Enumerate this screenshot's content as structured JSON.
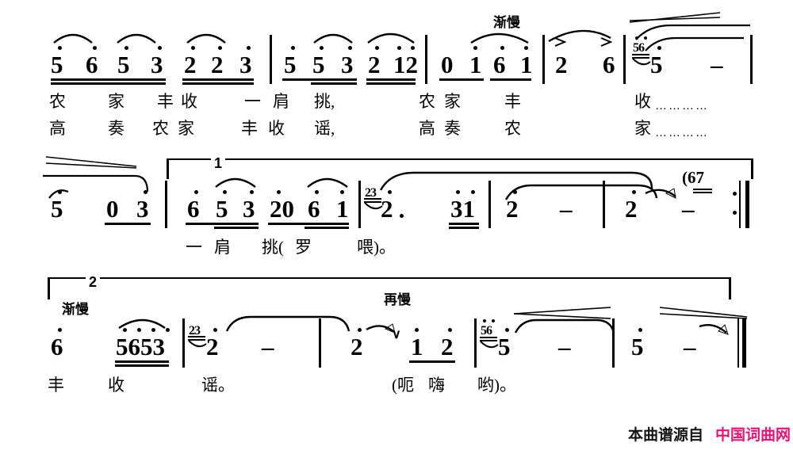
{
  "document": {
    "type": "jianpu-numbered-musical-notation",
    "language": "zh"
  },
  "systems": [
    {
      "id": "system-1",
      "measures": [
        {
          "id": "m1",
          "notes": "5 6 5 3 2 2 3",
          "octave": "high"
        },
        {
          "id": "m2",
          "notes": "5 5 3 2 12",
          "octave": "high"
        },
        {
          "id": "m3",
          "notes": "0 1 6 1",
          "octave": "high"
        },
        {
          "id": "m4",
          "notes": "2 6",
          "octave": "high",
          "marks": "accent accent"
        },
        {
          "id": "m5",
          "notes": "5 -",
          "grace": "56",
          "octave": "high"
        }
      ],
      "tempo_marks": [
        {
          "id": "jianman-1",
          "text": "渐慢"
        }
      ],
      "lyrics_line_1": [
        "农",
        "家",
        "丰",
        "收",
        "一",
        "肩",
        "挑,",
        "农",
        "家",
        "丰",
        "收"
      ],
      "lyrics_line_2": [
        "高",
        "奏",
        "农",
        "家",
        "丰",
        "收",
        "谣,",
        "高",
        "奏",
        "农",
        "家"
      ],
      "lyric_tail_1": "…………",
      "lyric_tail_2": "…………"
    },
    {
      "id": "system-2",
      "volta": "1",
      "measures": [
        {
          "id": "m6",
          "notes": "5 0 3",
          "octave": "high"
        },
        {
          "id": "m7",
          "notes": "6 5 3 20 6 1",
          "octave": "high"
        },
        {
          "id": "m8",
          "notes": "2. 31",
          "grace": "23",
          "octave": "high"
        },
        {
          "id": "m9",
          "notes": "2 -",
          "octave": "high"
        },
        {
          "id": "m10",
          "notes": "2 -",
          "octave": "high",
          "cue": "(67"
        }
      ],
      "lyrics_line_1": [
        "一",
        "肩",
        "挑(",
        "罗",
        "喂)。"
      ],
      "repeat_end": true
    },
    {
      "id": "system-3",
      "volta": "2",
      "measures": [
        {
          "id": "m11",
          "notes": "6 5653",
          "octave": "high"
        },
        {
          "id": "m12",
          "notes": "2 -",
          "grace": "23",
          "octave": "high"
        },
        {
          "id": "m13",
          "notes": "2 1 2",
          "octave": "high",
          "marks": "breath"
        },
        {
          "id": "m14",
          "notes": "5 - 5 -",
          "grace": "56",
          "octave": "high"
        }
      ],
      "tempo_marks": [
        {
          "id": "jianman-2",
          "text": "渐慢"
        },
        {
          "id": "zaiman-1",
          "text": "再慢"
        }
      ],
      "lyrics_line_1": [
        "丰",
        "收",
        "谣。",
        "(呃",
        "嗨",
        "哟)。"
      ],
      "final_double_bar": true
    }
  ],
  "watermark": {
    "prefix": "本曲谱源自",
    "site": "中国词曲网",
    "prefix_color": "#141414",
    "site_color": "#ED1073"
  }
}
